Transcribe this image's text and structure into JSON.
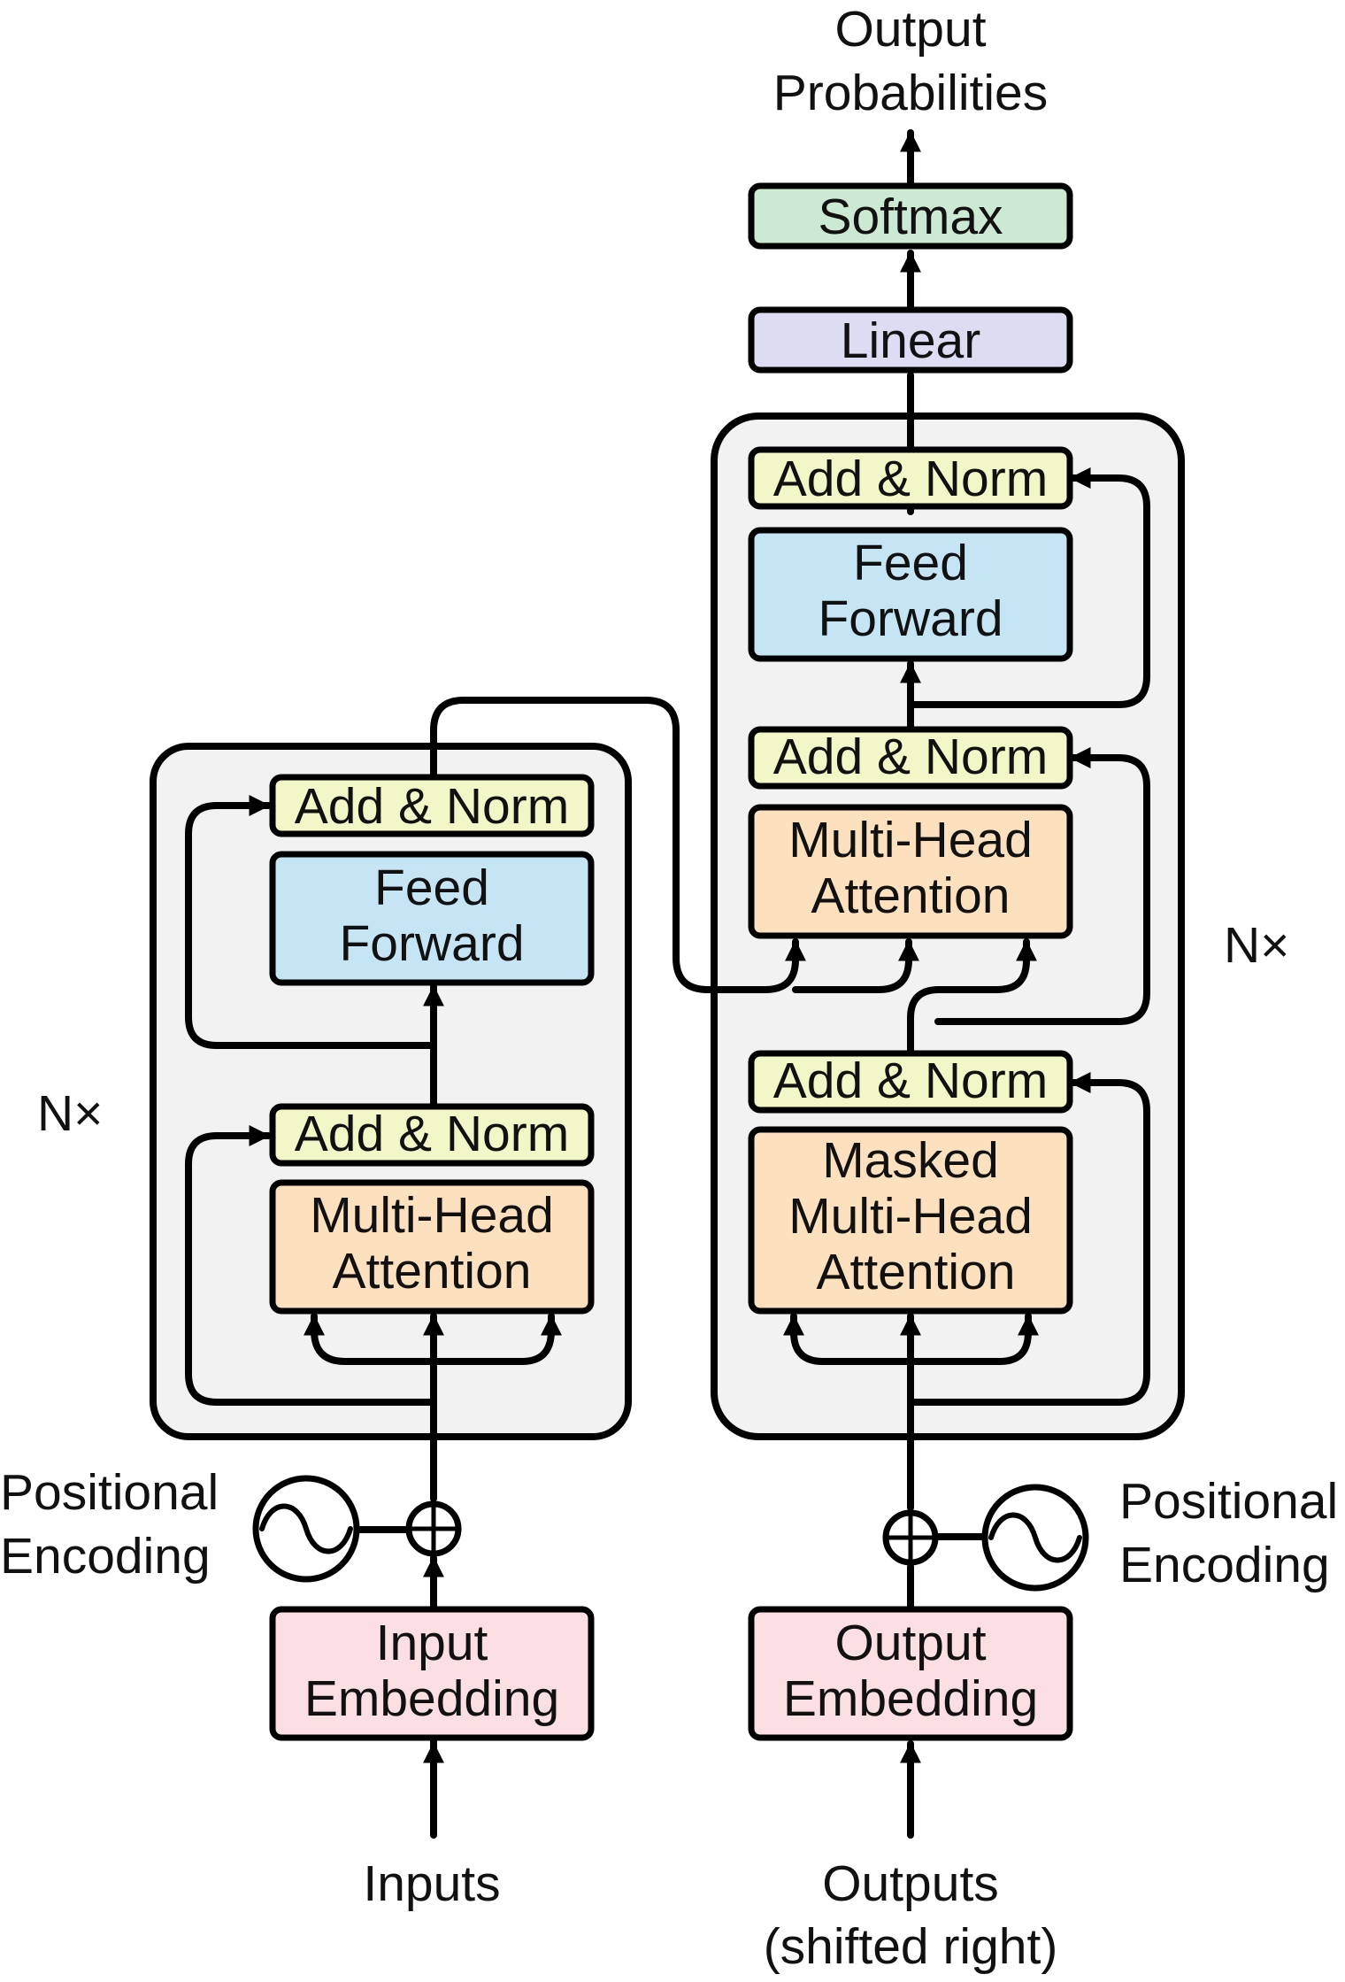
{
  "colors": {
    "add_norm": "#f3f6c6",
    "feed_forward": "#c5e5f5",
    "attention": "#fde0bd",
    "embedding": "#fbdfe2",
    "linear": "#dcdcf2",
    "softmax": "#cce9d3",
    "stack_background": "#f2f2f2",
    "line": "#000000"
  },
  "output": {
    "line1": "Output",
    "line2": "Probabilities"
  },
  "decoder_head": {
    "softmax": "Softmax",
    "linear": "Linear"
  },
  "encoder": {
    "repeat_label": "N×",
    "add_norm_top": "Add & Norm",
    "feed_forward": [
      "Feed",
      "Forward"
    ],
    "add_norm_bottom": "Add & Norm",
    "attention": [
      "Multi-Head",
      "Attention"
    ],
    "embedding": [
      "Input",
      "Embedding"
    ],
    "positional_encoding": [
      "Positional",
      "Encoding"
    ],
    "inputs_label": "Inputs"
  },
  "decoder": {
    "repeat_label": "N×",
    "add_norm_top": "Add & Norm",
    "feed_forward": [
      "Feed",
      "Forward"
    ],
    "add_norm_middle": "Add & Norm",
    "cross_attention": [
      "Multi-Head",
      "Attention"
    ],
    "add_norm_bottom": "Add & Norm",
    "masked_attention": [
      "Masked",
      "Multi-Head",
      "Attention"
    ],
    "embedding": [
      "Output",
      "Embedding"
    ],
    "positional_encoding": [
      "Positional",
      "Encoding"
    ],
    "outputs_label": [
      "Outputs",
      "(shifted right)"
    ]
  }
}
